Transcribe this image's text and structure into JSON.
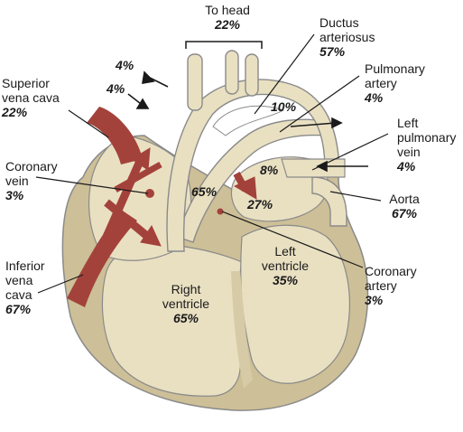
{
  "labels": {
    "to_head": {
      "name": "To head",
      "value": "22%"
    },
    "ductus_arteriosus": {
      "line1": "Ductus",
      "line2": "arteriosus",
      "value": "57%"
    },
    "pulmonary_artery": {
      "line1": "Pulmonary",
      "line2": "artery",
      "value": "4%"
    },
    "left_pulmonary_vein": {
      "line1": "Left",
      "line2": "pulmonary",
      "line3": "vein",
      "value": "4%"
    },
    "aorta": {
      "name": "Aorta",
      "value": "67%"
    },
    "coronary_artery": {
      "line1": "Coronary",
      "line2": "artery",
      "value": "3%"
    },
    "left_ventricle": {
      "line1": "Left",
      "line2": "ventricle",
      "value": "35%"
    },
    "right_ventricle": {
      "line1": "Right",
      "line2": "ventricle",
      "value": "65%"
    },
    "inferior_vena_cava": {
      "line1": "Inferior",
      "line2": "vena",
      "line3": "cava",
      "value": "67%"
    },
    "coronary_vein": {
      "line1": "Coronary",
      "line2": "vein",
      "value": "3%"
    },
    "superior_vena_cava": {
      "line1": "Superior",
      "line2": "vena cava",
      "value": "22%"
    }
  },
  "inner_values": {
    "head_branch_upper": "4%",
    "head_branch_lower": "4%",
    "ductus_flow": "10%",
    "left_atrium": "8%",
    "right_atrium": "65%",
    "foramen_flow": "27%"
  },
  "colors": {
    "tissue_fill": "#e9e0c2",
    "tissue_outline": "#8a8a8a",
    "wall": "#cdbf97",
    "venous_red": "#a3423b",
    "lumen": "#ffffff",
    "text": "#1a1a1a"
  }
}
